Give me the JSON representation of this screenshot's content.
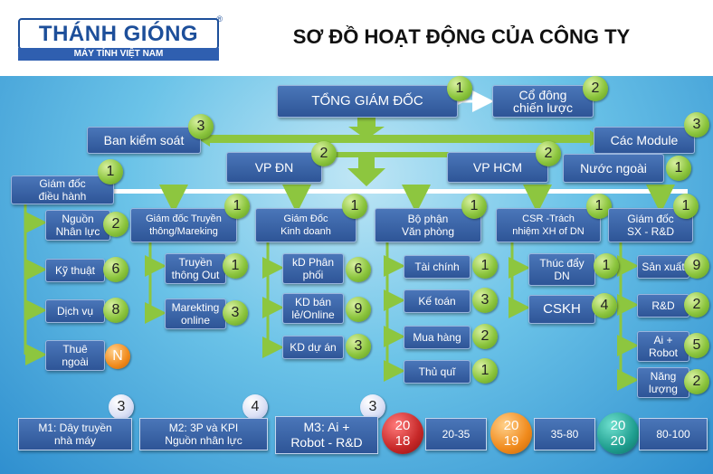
{
  "logo": {
    "main": "THÁNH GIÓNG",
    "sub": "MÁY TÍNH VIỆT NAM",
    "reg": "®"
  },
  "title": "SƠ ĐỒ HOẠT ĐỘNG CỦA CÔNG TY",
  "nodes": {
    "tgd": "TỔNG GIÁM ĐỐC",
    "codong": [
      "Cổ đông",
      "chiến lược"
    ],
    "bks": "Ban kiểm soát",
    "module": "Các Module",
    "vpdn": "VP ĐN",
    "vphcm": "VP HCM",
    "nuocngoai": "Nước ngoài",
    "gddh": [
      "Giám đốc",
      "điều hành"
    ],
    "nguon": [
      "Nguồn",
      "Nhân lực"
    ],
    "kythuat": "Kỹ thuật",
    "dichvu": "Dịch vụ",
    "thue": [
      "Thuê",
      "ngoài"
    ],
    "gdtt": [
      "Giám đốc Truyền",
      "thông/Mareking"
    ],
    "tt_out": [
      "Truyền",
      "thông Out"
    ],
    "mk_online": [
      "Marekting",
      "online"
    ],
    "gdkd": [
      "Giám Đốc",
      "Kinh doanh"
    ],
    "kd_pp": [
      "kD Phân",
      "phối"
    ],
    "kd_bl": [
      "KD bán",
      "lẻ/Online"
    ],
    "kd_da": "KD dự án",
    "bpvp": [
      "Bộ phận",
      "Văn phòng"
    ],
    "taichinh": "Tài chính",
    "ketoan": "Kế toán",
    "muahang": "Mua hàng",
    "thuquy": "Thủ quĩ",
    "csr": [
      "CSR -Trách",
      "nhiệm XH of DN"
    ],
    "thucday": [
      "Thúc đẩy",
      "DN"
    ],
    "cskh": "CSKH",
    "gdsx": [
      "Giám đốc",
      "SX - R&D"
    ],
    "sanxuat": "Sản xuất",
    "rd": "R&D",
    "ai": [
      "Ai +",
      "Robot"
    ],
    "nangluong": [
      "Năng",
      "lượng"
    ]
  },
  "badges": {
    "tgd": "1",
    "codong": "2",
    "bks": "3",
    "module": "3",
    "vpdn": "2",
    "vphcm": "2",
    "nuocngoai": "1",
    "gddh": "1",
    "nguon": "2",
    "kythuat": "6",
    "dichvu": "8",
    "thue": "N",
    "gdtt": "1",
    "tt_out": "1",
    "mk_online": "3",
    "gdkd": "1",
    "kd_pp": "6",
    "kd_bl": "9",
    "kd_da": "3",
    "bpvp": "1",
    "taichinh": "1",
    "ketoan": "3",
    "muahang": "2",
    "thuquy": "1",
    "csr": "1",
    "thucday": "1",
    "cskh": "4",
    "gdsx": "1",
    "sanxuat": "9",
    "rd": "2",
    "ai": "5",
    "nangluong": "2",
    "m1": "3",
    "m2": "4",
    "m3": "3"
  },
  "milestones": {
    "m1": [
      "M1: Dây truyền",
      "nhà máy"
    ],
    "m2": [
      "M2: 3P và KPI",
      "Nguồn nhân lực"
    ],
    "m3": [
      "M3: Ai +",
      "Robot - R&D"
    ],
    "y1": [
      "20",
      "18"
    ],
    "r1": "20-35",
    "y2": [
      "20",
      "19"
    ],
    "r2": "35-80",
    "y3": [
      "20",
      "20"
    ],
    "r3": "80-100"
  },
  "colors": {
    "box": "#2e5597",
    "arrow": "#8dc63f",
    "badge": "#8dc63f",
    "orange": "#f08a1c",
    "red": "#c62828",
    "teal": "#1f9e8f"
  }
}
